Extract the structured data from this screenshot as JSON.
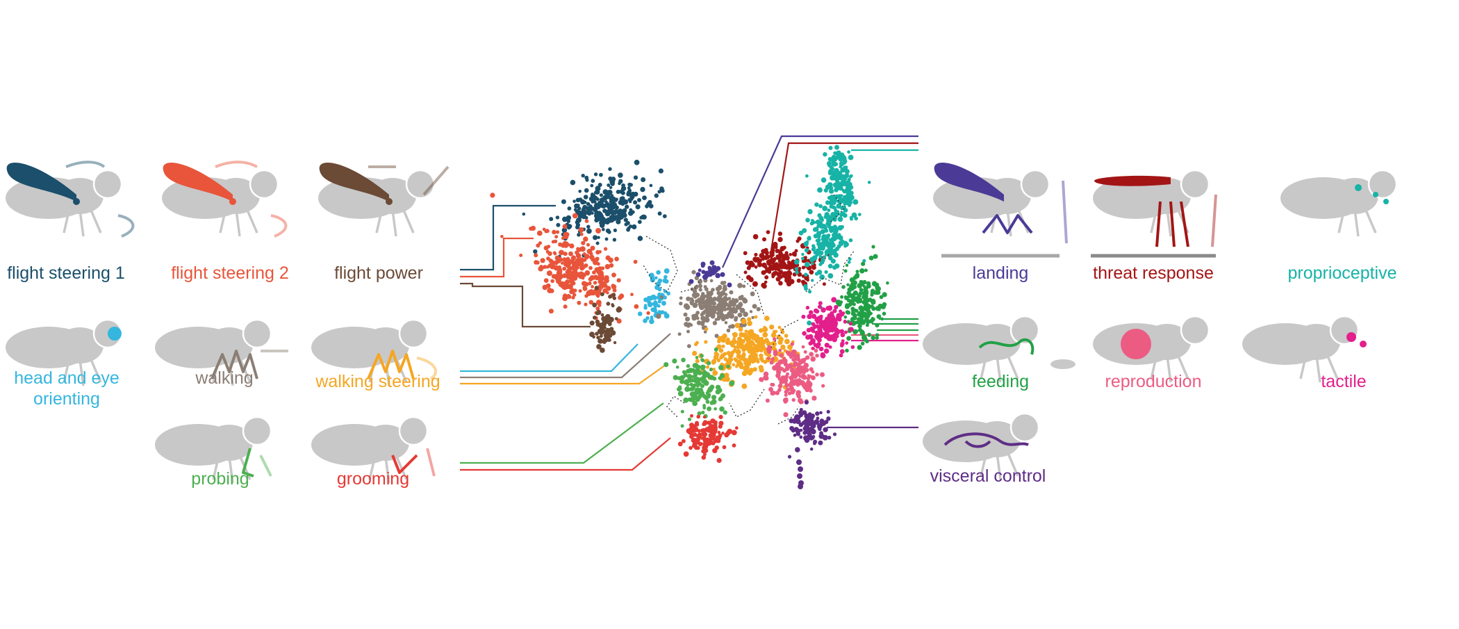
{
  "behaviors": [
    {
      "key": "flight_steering_1",
      "label": "flight steering 1",
      "color": "#1b4f6b"
    },
    {
      "key": "flight_steering_2",
      "label": "flight steering 2",
      "color": "#e8553a"
    },
    {
      "key": "flight_power",
      "label": "flight power",
      "color": "#6b4a36"
    },
    {
      "key": "head_eye",
      "label": "head and eye\norienting",
      "color": "#34b6df"
    },
    {
      "key": "walking",
      "label": "walking",
      "color": "#8b7e74"
    },
    {
      "key": "walking_steering",
      "label": "walking steering",
      "color": "#f5a623"
    },
    {
      "key": "probing",
      "label": "probing",
      "color": "#4caf50"
    },
    {
      "key": "grooming",
      "label": "grooming",
      "color": "#e53935"
    },
    {
      "key": "landing",
      "label": "landing",
      "color": "#4b3a96"
    },
    {
      "key": "threat_response",
      "label": "threat response",
      "color": "#a31515"
    },
    {
      "key": "proprioceptive",
      "label": "proprioceptive",
      "color": "#17b3a6"
    },
    {
      "key": "feeding",
      "label": "feeding",
      "color": "#22a046"
    },
    {
      "key": "reproduction",
      "label": "reproduction",
      "color": "#ec5c82"
    },
    {
      "key": "tactile",
      "label": "tactile",
      "color": "#e31f8c"
    },
    {
      "key": "visceral_control",
      "label": "visceral control",
      "color": "#5e2d86"
    }
  ],
  "palette": {
    "fly_body": "#c8c8c8",
    "background": "#ffffff",
    "network_edge": "#333333"
  }
}
